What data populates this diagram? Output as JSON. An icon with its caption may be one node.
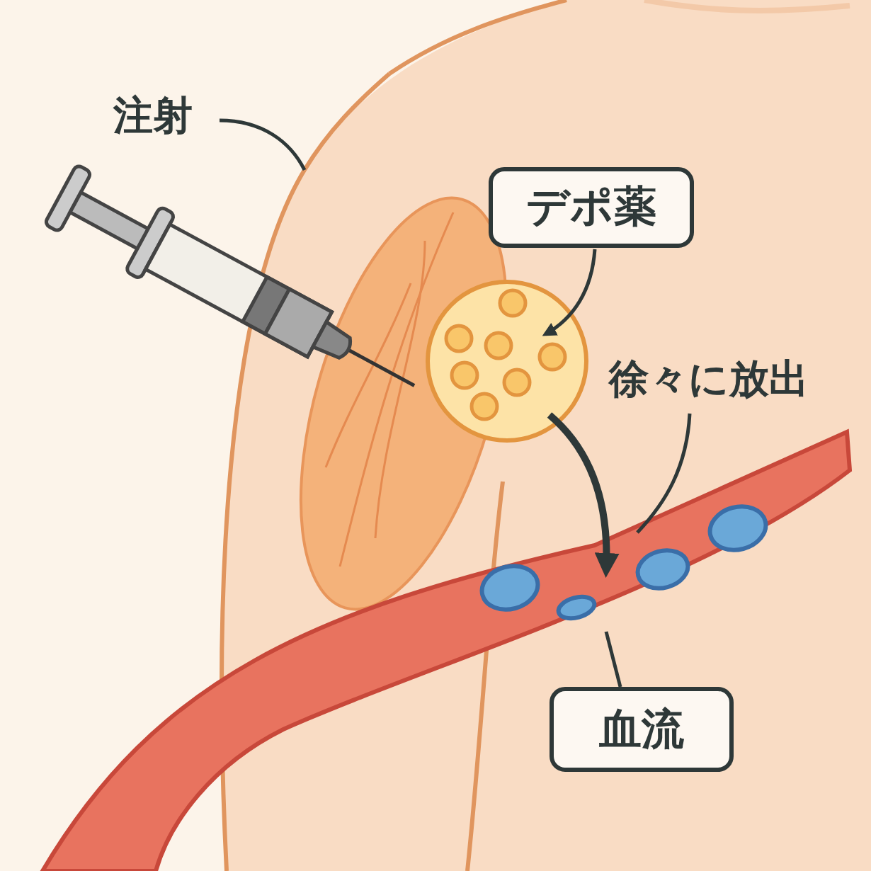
{
  "diagram": {
    "nodes": [
      {
        "text": [
          "注射"
        ]
      },
      {
        "text": [
          "デポ薬"
        ]
      },
      {
        "text": [],
        "shape": "circle"
      },
      {
        "text": [
          "徐々に放出"
        ]
      },
      {
        "text": [],
        "shape": "picture"
      },
      {
        "text": [
          "血流"
        ]
      },
      {
        "text": [],
        "shape": "picture"
      }
    ],
    "edges": [
      {
        "from": 0,
        "to": 6,
        "arrow": "none"
      },
      {
        "from": 1,
        "to": 2,
        "arrow": "to"
      },
      {
        "from": 2,
        "to": 4,
        "arrow": "to",
        "style": "thick"
      },
      {
        "from": 3,
        "to": 4,
        "arrow": "none"
      },
      {
        "from": 5,
        "to": 4,
        "arrow": "none"
      }
    ]
  }
}
